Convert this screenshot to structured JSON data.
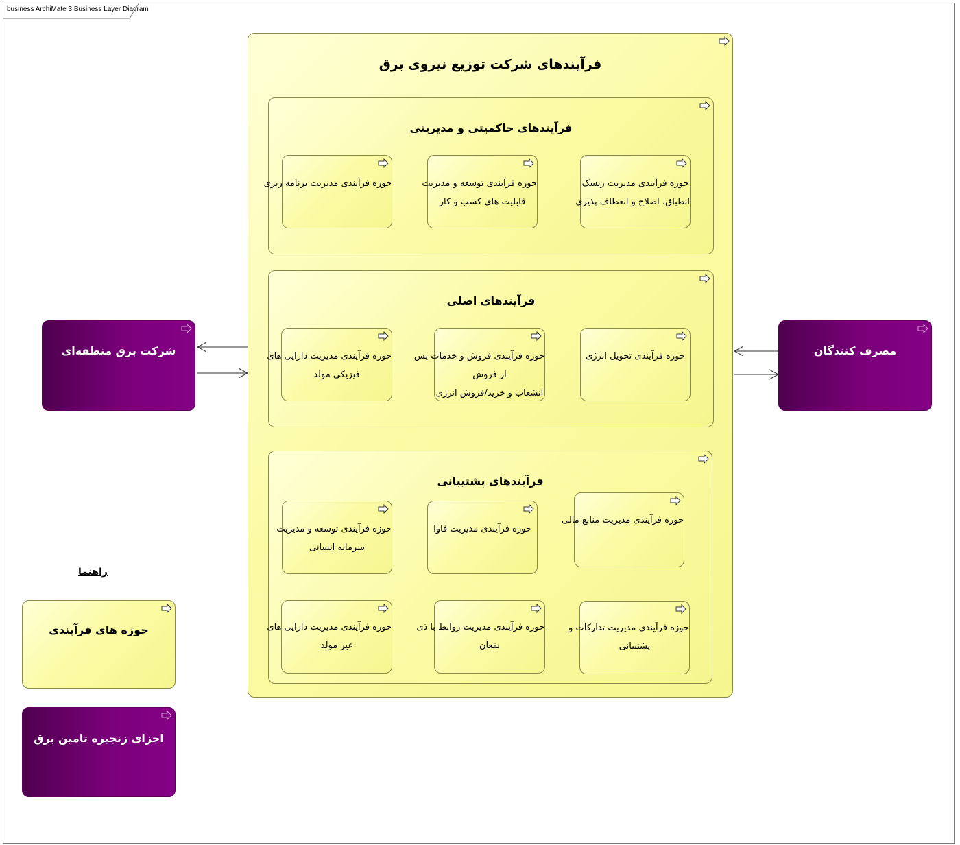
{
  "diagram_tab": "business ArchiMate 3 Business Layer Diagram",
  "main": {
    "title": "فرآیندهای شرکت توزیع نیروی برق",
    "groups": [
      {
        "title": "فرآیندهای حاکمیتی و مدیریتی",
        "items": [
          {
            "lines": [
              "حوزه فرآیندی مدیریت ریسک",
              "انطباق، اصلاح و انعطاف پذیری"
            ]
          },
          {
            "lines": [
              "حوزه فرآیندی توسعه و مدیریت",
              "قابلیت های کسب و کار"
            ]
          },
          {
            "lines": [
              "حوزه فرآیندی مدیریت برنامه ریزی"
            ]
          }
        ]
      },
      {
        "title": "فرآیندهای اصلی",
        "items": [
          {
            "lines": [
              "حوزه فرآیندی تحویل انرژی"
            ]
          },
          {
            "lines": [
              "حوزه فرآیندی فروش و خدمات پس",
              "از فروش",
              "انشعاب و خرید/فروش انرژی"
            ]
          },
          {
            "lines": [
              "حوزه فرآیندی مدیریت دارایی های",
              "فیزیکی مولد"
            ]
          }
        ]
      },
      {
        "title": "فرآیندهای پشتیبانی",
        "items": [
          {
            "lines": [
              "حوزه فرآیندی مدیریت منابع مالی"
            ]
          },
          {
            "lines": [
              "حوزه فرآیندی مدیریت فاوا"
            ]
          },
          {
            "lines": [
              "حوزه فرآیندی توسعه و مدیریت",
              "سرمایه انسانی"
            ]
          },
          {
            "lines": [
              "حوزه فرآیندی مدیریت تدارکات و",
              "پشتیبانی"
            ]
          },
          {
            "lines": [
              "حوزه فرآیندی مدیریت روابط با ذی",
              "نفعان"
            ]
          },
          {
            "lines": [
              "حوزه فرآیندی مدیریت دارایی های",
              "غیر مولد"
            ]
          }
        ]
      }
    ]
  },
  "actors": {
    "left": "شرکت برق منطقه‌ای",
    "right": "مصرف کنندگان"
  },
  "legend": {
    "title": "راهنما",
    "process_label": "حوزه های فرآیندی",
    "supply_label": "اجزای زنجیره تامین برق"
  },
  "colors": {
    "process_fill": "#fbfba6",
    "actor_fill": "#7a007a",
    "border": "#8a8a4a"
  },
  "icons": [
    "process-icon",
    "arrow-left-icon",
    "arrow-right-icon"
  ]
}
